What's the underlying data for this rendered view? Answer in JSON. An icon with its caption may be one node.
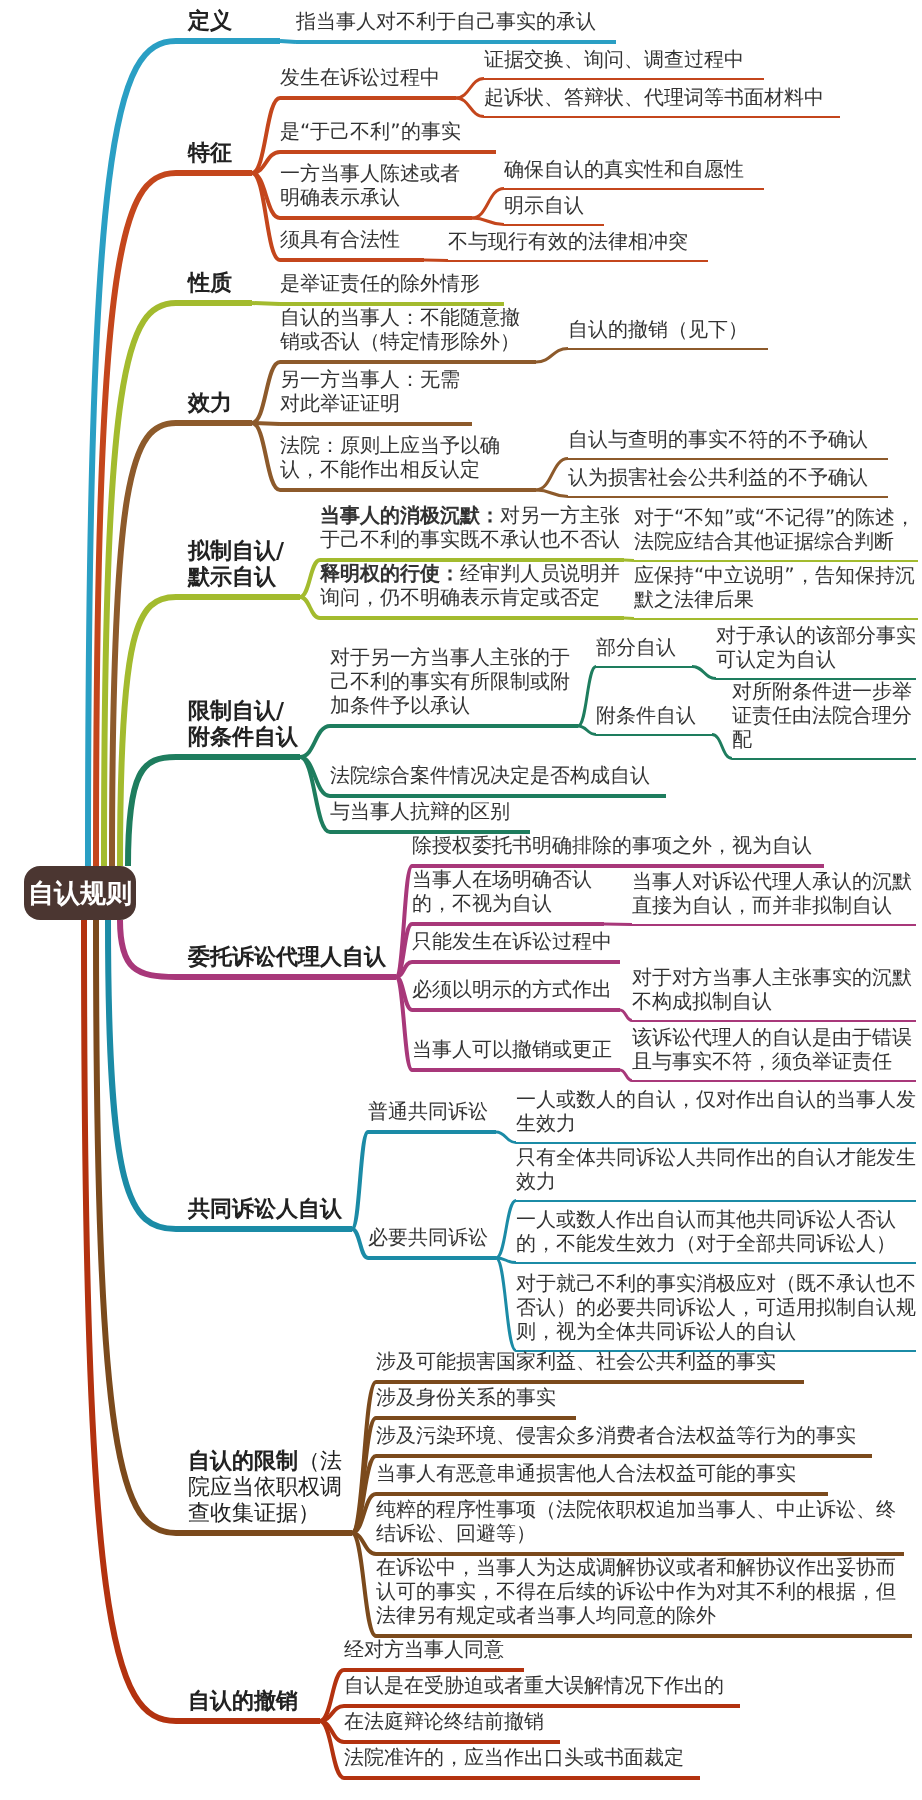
{
  "diagram": {
    "nodes": [
      {
        "text": [
          "自认规则"
        ]
      },
      {
        "text": [
          "定义"
        ]
      },
      {
        "text": [
          "指当事人对不利于自己事实的承认"
        ]
      },
      {
        "text": [
          "特征"
        ]
      },
      {
        "text": [
          "发生在诉讼过程中"
        ]
      },
      {
        "text": [
          "证据交换、询问、调查过程中"
        ]
      },
      {
        "text": [
          "起诉状、答辩状、代理词等书面材料中"
        ]
      },
      {
        "text": [
          "是“于己不利”的事实"
        ]
      },
      {
        "text": [
          "一方当事人陈述或者明确表示承认"
        ]
      },
      {
        "text": [
          "确保自认的真实性和自愿性"
        ]
      },
      {
        "text": [
          "明示自认"
        ]
      },
      {
        "text": [
          "须具有合法性"
        ]
      },
      {
        "text": [
          "不与现行有效的法律相冲突"
        ]
      },
      {
        "text": [
          "性质"
        ]
      },
      {
        "text": [
          "是举证责任的除外情形"
        ]
      },
      {
        "text": [
          "效力"
        ]
      },
      {
        "text": [
          "自认的当事人：不能随意撤销或否认（特定情形除外）"
        ]
      },
      {
        "text": [
          "自认的撤销（见下）"
        ]
      },
      {
        "text": [
          "另一方当事人：无需对此举证证明"
        ]
      },
      {
        "text": [
          "法院：原则上应当予以确认，不能作出相反认定"
        ]
      },
      {
        "text": [
          "自认与查明的事实不符的不予确认"
        ]
      },
      {
        "text": [
          "认为损害社会公共利益的不予确认"
        ]
      },
      {
        "text": [
          "拟制自认/默示自认"
        ]
      },
      {
        "text": [
          "**当事人的消极沉默：**对另一方主张于己不利的事实既不承认也不否认"
        ]
      },
      {
        "text": [
          "对于“不知”或“不记得”的陈述，法院应结合其他证据综合判断"
        ]
      },
      {
        "text": [
          "**释明权的行使：**经审判人员说明并询问，仍不明确表示肯定或否定"
        ]
      },
      {
        "text": [
          "应保持“中立说明”，告知保持沉默之法律后果"
        ]
      },
      {
        "text": [
          "限制自认/附条件自认"
        ]
      },
      {
        "text": [
          "对于另一方当事人主张的于己不利的事实有所限制或附加条件予以承认"
        ]
      },
      {
        "text": [
          "部分自认"
        ]
      },
      {
        "text": [
          "对于承认的该部分事实可认定为自认"
        ]
      },
      {
        "text": [
          "附条件自认"
        ]
      },
      {
        "text": [
          "对所附条件进一步举证责任由法院合理分配"
        ]
      },
      {
        "text": [
          "法院综合案件情况决定是否构成自认"
        ]
      },
      {
        "text": [
          "与当事人抗辩的区别"
        ]
      },
      {
        "text": [
          "委托诉讼代理人自认"
        ]
      },
      {
        "text": [
          "除授权委托书明确排除的事项之外，视为自认"
        ]
      },
      {
        "text": [
          "当事人在场明确否认的，不视为自认"
        ]
      },
      {
        "text": [
          "当事人对诉讼代理人承认的沉默直接为自认，而并非拟制自认"
        ]
      },
      {
        "text": [
          "只能发生在诉讼过程中"
        ]
      },
      {
        "text": [
          "必须以明示的方式作出"
        ]
      },
      {
        "text": [
          "对于对方当事人主张事实的沉默不构成拟制自认"
        ]
      },
      {
        "text": [
          "当事人可以撤销或更正"
        ]
      },
      {
        "text": [
          "该诉讼代理人的自认是由于错误且与事实不符，须负举证责任"
        ]
      },
      {
        "text": [
          "共同诉讼人自认"
        ]
      },
      {
        "text": [
          "普通共同诉讼"
        ]
      },
      {
        "text": [
          "一人或数人的自认，仅对作出自认的当事人发生效力"
        ]
      },
      {
        "text": [
          "必要共同诉讼"
        ]
      },
      {
        "text": [
          "只有全体共同诉讼人共同作出的自认才能发生效力"
        ]
      },
      {
        "text": [
          "一人或数人作出自认而其他共同诉讼人否认的，不能发生效力（对于全部共同诉讼人）"
        ]
      },
      {
        "text": [
          "对于就己不利的事实消极应对（既不承认也不否认）的必要共同诉讼人，可适用拟制自认规则，视为全体共同诉讼人的自认"
        ]
      },
      {
        "text": [
          "**自认的限制**（法院应当依职权调查收集证据）"
        ]
      },
      {
        "text": [
          "涉及可能损害国家利益、社会公共利益的事实"
        ]
      },
      {
        "text": [
          "涉及身份关系的事实"
        ]
      },
      {
        "text": [
          "涉及污染环境、侵害众多消费者合法权益等行为的事实"
        ]
      },
      {
        "text": [
          "当事人有恶意串通损害他人合法权益可能的事实"
        ]
      },
      {
        "text": [
          "纯粹的程序性事项（法院依职权追加当事人、中止诉讼、终结诉讼、回避等）"
        ]
      },
      {
        "text": [
          "在诉讼中，当事人为达成调解协议或者和解协议作出妥协而认可的事实，不得在后续的诉讼中作为对其不利的根据，但法律另有规定或者当事人均同意的除外"
        ]
      },
      {
        "text": [
          "自认的撤销"
        ]
      },
      {
        "text": [
          "经对方当事人同意"
        ]
      },
      {
        "text": [
          "自认是在受胁迫或者重大误解情况下作出的"
        ]
      },
      {
        "text": [
          "在法庭辩论终结前撤销"
        ]
      },
      {
        "text": [
          "法院准许的，应当作出口头或书面裁定"
        ]
      }
    ],
    "edges": [
      {
        "from": 0,
        "to": 1,
        "arrow": "none",
        "color": "#2a9fc4"
      },
      {
        "from": 1,
        "to": 2,
        "arrow": "none",
        "color": "#2a9fc4"
      },
      {
        "from": 0,
        "to": 3,
        "arrow": "none",
        "color": "#c4461c"
      },
      {
        "from": 3,
        "to": 4,
        "arrow": "none",
        "color": "#c4461c"
      },
      {
        "from": 4,
        "to": 5,
        "arrow": "none",
        "color": "#c4461c"
      },
      {
        "from": 4,
        "to": 6,
        "arrow": "none",
        "color": "#c4461c"
      },
      {
        "from": 3,
        "to": 7,
        "arrow": "none",
        "color": "#c4461c"
      },
      {
        "from": 3,
        "to": 8,
        "arrow": "none",
        "color": "#c4461c"
      },
      {
        "from": 8,
        "to": 9,
        "arrow": "none",
        "color": "#c4461c"
      },
      {
        "from": 8,
        "to": 10,
        "arrow": "none",
        "color": "#c4461c"
      },
      {
        "from": 3,
        "to": 11,
        "arrow": "none",
        "color": "#c4461c"
      },
      {
        "from": 11,
        "to": 12,
        "arrow": "none",
        "color": "#c4461c"
      },
      {
        "from": 0,
        "to": 13,
        "arrow": "none",
        "color": "#a3bb2e"
      },
      {
        "from": 13,
        "to": 14,
        "arrow": "none",
        "color": "#a3bb2e"
      },
      {
        "from": 0,
        "to": 15,
        "arrow": "none",
        "color": "#8d5a2b"
      },
      {
        "from": 15,
        "to": 16,
        "arrow": "none",
        "color": "#8d5a2b"
      },
      {
        "from": 16,
        "to": 17,
        "arrow": "none",
        "color": "#8d5a2b"
      },
      {
        "from": 15,
        "to": 18,
        "arrow": "none",
        "color": "#8d5a2b"
      },
      {
        "from": 15,
        "to": 19,
        "arrow": "none",
        "color": "#8d5a2b"
      },
      {
        "from": 19,
        "to": 20,
        "arrow": "none",
        "color": "#8d5a2b"
      },
      {
        "from": 19,
        "to": 21,
        "arrow": "none",
        "color": "#8d5a2b"
      },
      {
        "from": 0,
        "to": 22,
        "arrow": "none",
        "color": "#a3bb2e"
      },
      {
        "from": 22,
        "to": 23,
        "arrow": "none",
        "color": "#a3bb2e"
      },
      {
        "from": 23,
        "to": 24,
        "arrow": "none",
        "color": "#a3bb2e"
      },
      {
        "from": 22,
        "to": 25,
        "arrow": "none",
        "color": "#a3bb2e"
      },
      {
        "from": 25,
        "to": 26,
        "arrow": "none",
        "color": "#a3bb2e"
      },
      {
        "from": 0,
        "to": 27,
        "arrow": "none",
        "color": "#1e7d5e"
      },
      {
        "from": 27,
        "to": 28,
        "arrow": "none",
        "color": "#1e7d5e"
      },
      {
        "from": 28,
        "to": 29,
        "arrow": "none",
        "color": "#1e7d5e"
      },
      {
        "from": 29,
        "to": 30,
        "arrow": "none",
        "color": "#1e7d5e"
      },
      {
        "from": 28,
        "to": 31,
        "arrow": "none",
        "color": "#1e7d5e"
      },
      {
        "from": 31,
        "to": 32,
        "arrow": "none",
        "color": "#1e7d5e"
      },
      {
        "from": 27,
        "to": 33,
        "arrow": "none",
        "color": "#1e7d5e"
      },
      {
        "from": 27,
        "to": 34,
        "arrow": "none",
        "color": "#1e7d5e"
      },
      {
        "from": 0,
        "to": 35,
        "arrow": "none",
        "color": "#a8387a"
      },
      {
        "from": 35,
        "to": 36,
        "arrow": "none",
        "color": "#a8387a"
      },
      {
        "from": 35,
        "to": 37,
        "arrow": "none",
        "color": "#a8387a"
      },
      {
        "from": 37,
        "to": 38,
        "arrow": "none",
        "color": "#a8387a"
      },
      {
        "from": 35,
        "to": 39,
        "arrow": "none",
        "color": "#a8387a"
      },
      {
        "from": 35,
        "to": 40,
        "arrow": "none",
        "color": "#a8387a"
      },
      {
        "from": 40,
        "to": 41,
        "arrow": "none",
        "color": "#a8387a"
      },
      {
        "from": 35,
        "to": 42,
        "arrow": "none",
        "color": "#a8387a"
      },
      {
        "from": 42,
        "to": 43,
        "arrow": "none",
        "color": "#a8387a"
      },
      {
        "from": 0,
        "to": 44,
        "arrow": "none",
        "color": "#1b8ba6"
      },
      {
        "from": 44,
        "to": 45,
        "arrow": "none",
        "color": "#1b8ba6"
      },
      {
        "from": 45,
        "to": 46,
        "arrow": "none",
        "color": "#1b8ba6"
      },
      {
        "from": 44,
        "to": 47,
        "arrow": "none",
        "color": "#1b8ba6"
      },
      {
        "from": 47,
        "to": 48,
        "arrow": "none",
        "color": "#1b8ba6"
      },
      {
        "from": 47,
        "to": 49,
        "arrow": "none",
        "color": "#1b8ba6"
      },
      {
        "from": 47,
        "to": 50,
        "arrow": "none",
        "color": "#1b8ba6"
      },
      {
        "from": 0,
        "to": 51,
        "arrow": "none",
        "color": "#7b4a1c"
      },
      {
        "from": 51,
        "to": 52,
        "arrow": "none",
        "color": "#7b4a1c"
      },
      {
        "from": 51,
        "to": 53,
        "arrow": "none",
        "color": "#7b4a1c"
      },
      {
        "from": 51,
        "to": 54,
        "arrow": "none",
        "color": "#7b4a1c"
      },
      {
        "from": 51,
        "to": 55,
        "arrow": "none",
        "color": "#7b4a1c"
      },
      {
        "from": 51,
        "to": 56,
        "arrow": "none",
        "color": "#7b4a1c"
      },
      {
        "from": 51,
        "to": 57,
        "arrow": "none",
        "color": "#7b4a1c"
      },
      {
        "from": 0,
        "to": 58,
        "arrow": "none",
        "color": "#b3320f"
      },
      {
        "from": 58,
        "to": 59,
        "arrow": "none",
        "color": "#b3320f"
      },
      {
        "from": 58,
        "to": 60,
        "arrow": "none",
        "color": "#b3320f"
      },
      {
        "from": 58,
        "to": 61,
        "arrow": "none",
        "color": "#b3320f"
      },
      {
        "from": 58,
        "to": 62,
        "arrow": "none",
        "color": "#b3320f"
      }
    ]
  }
}
